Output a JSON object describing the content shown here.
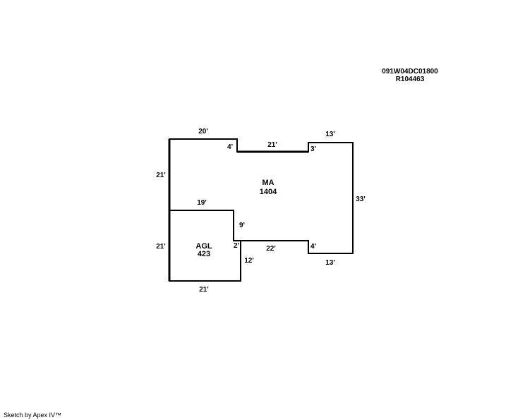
{
  "header": {
    "parcel_id": "091W04DC01800",
    "account_id": "R104463"
  },
  "areas": [
    {
      "code": "MA",
      "sqft": "1404"
    },
    {
      "code": "AGL",
      "sqft": "423"
    }
  ],
  "dimensions": {
    "ma_top_left": "20'",
    "ma_notch_left": "4'",
    "ma_notch_top": "21'",
    "ma_notch_right": "3'",
    "ma_top_right": "13'",
    "ma_right": "33'",
    "ma_left": "21'",
    "agl_top": "19'",
    "agl_jog": "9'",
    "agl_left": "21'",
    "agl_step": "2'",
    "bottom_mid": "22'",
    "bottom_step": "4'",
    "bottom_right": "13'",
    "agl_right": "12'",
    "agl_bottom": "21'"
  },
  "footer": {
    "text": "Sketch by Apex IV™"
  },
  "colors": {
    "line": "#000000",
    "background": "#ffffff"
  }
}
